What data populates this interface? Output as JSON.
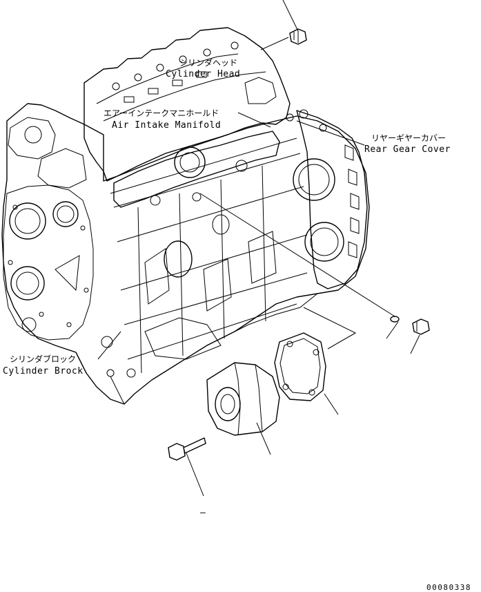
{
  "labels": {
    "cylinder_head": {
      "jp": "シリンダヘッド",
      "en": "Cylinder Head"
    },
    "air_intake_manifold": {
      "jp": "エアーインテークマニホールド",
      "en": "Air Intake Manifold"
    },
    "rear_gear_cover": {
      "jp": "リヤーギヤーカバー",
      "en": "Rear Gear Cover"
    },
    "cylinder_block": {
      "jp": "シリンダブロック",
      "en": "Cylinder Brock"
    }
  },
  "drawing_number": "00080338",
  "dash_mark": "–"
}
